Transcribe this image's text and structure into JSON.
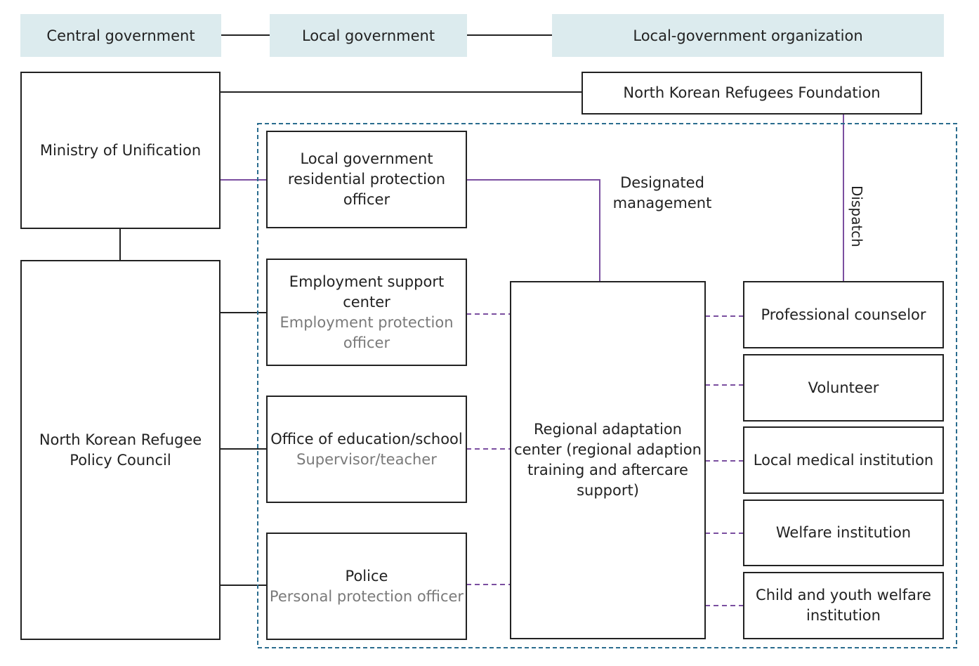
{
  "headers": {
    "central": "Central government",
    "local": "Local government",
    "organization": "Local-government organization"
  },
  "boxes": {
    "ministry": "Ministry of Unification",
    "council": "North Korean Refugee\nPolicy Council",
    "foundation": "North Korean Refugees Foundation",
    "residential": "Local government\nresidential protection\nofficer",
    "employment_title": "Employment support\ncenter",
    "employment_sub": "Employment protection\nofficer",
    "education_title": "Office of education/school",
    "education_sub": "Supervisor/teacher",
    "police_title": "Police",
    "police_sub": "Personal protection officer",
    "regional": "Regional adaptation\ncenter (regional adaption\ntraining and aftercare\nsupport)",
    "counselor": "Professional counselor",
    "volunteer": "Volunteer",
    "medical": "Local medical institution",
    "welfare": "Welfare institution",
    "child_welfare": "Child and youth welfare\ninstitution"
  },
  "labels": {
    "designated": "Designated\nmanagement",
    "dispatch": "Dispatch"
  },
  "colors": {
    "header_bg": "#dcebee",
    "box_border": "#222222",
    "sub_text": "#7a7a7a",
    "purple_line": "#7b4fa0",
    "blue_dashed": "#2a6c8e"
  }
}
